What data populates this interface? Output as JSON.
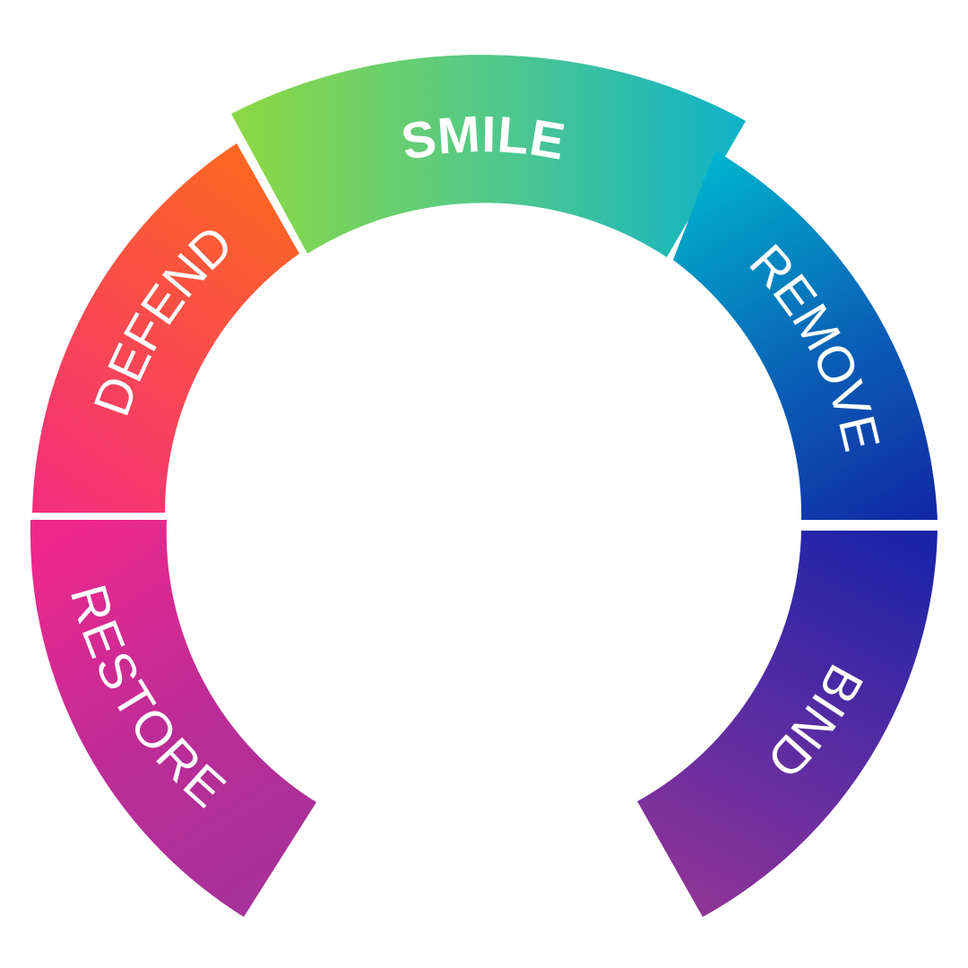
{
  "diagram": {
    "segments": [
      {
        "id": "smile",
        "label": "SMILE",
        "gradient": [
          "#8BD845",
          "#52C98A",
          "#0FB2C9"
        ]
      },
      {
        "id": "remove",
        "label": "REMOVE",
        "gradient": [
          "#00B3CC",
          "#0A5EB6",
          "#1226A3"
        ]
      },
      {
        "id": "bind",
        "label": "BIND",
        "gradient": [
          "#1C24A8",
          "#5A2CA2",
          "#953596"
        ]
      },
      {
        "id": "restore",
        "label": "RESTORE",
        "gradient": [
          "#F1288C",
          "#BD2C97",
          "#A3329A"
        ]
      },
      {
        "id": "defend",
        "label": "DEFEND",
        "gradient": [
          "#F5307A",
          "#F95045",
          "#FF6A1C"
        ]
      }
    ]
  }
}
